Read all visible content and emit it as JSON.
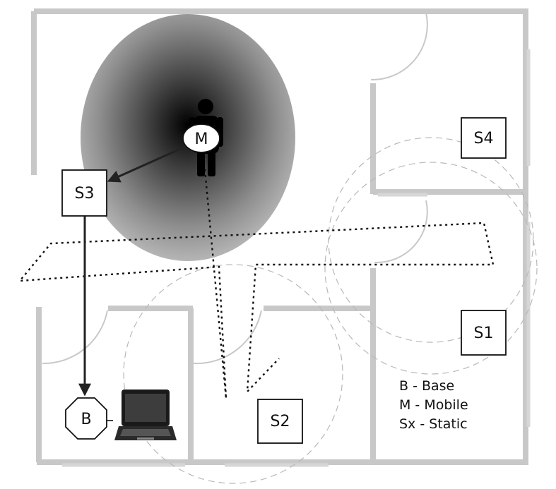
{
  "nodes": {
    "mobile": "M",
    "base": "B",
    "s1": "S1",
    "s2": "S2",
    "s3": "S3",
    "s4": "S4"
  },
  "legend": [
    "B - Base",
    "M - Mobile",
    "Sx - Static"
  ]
}
